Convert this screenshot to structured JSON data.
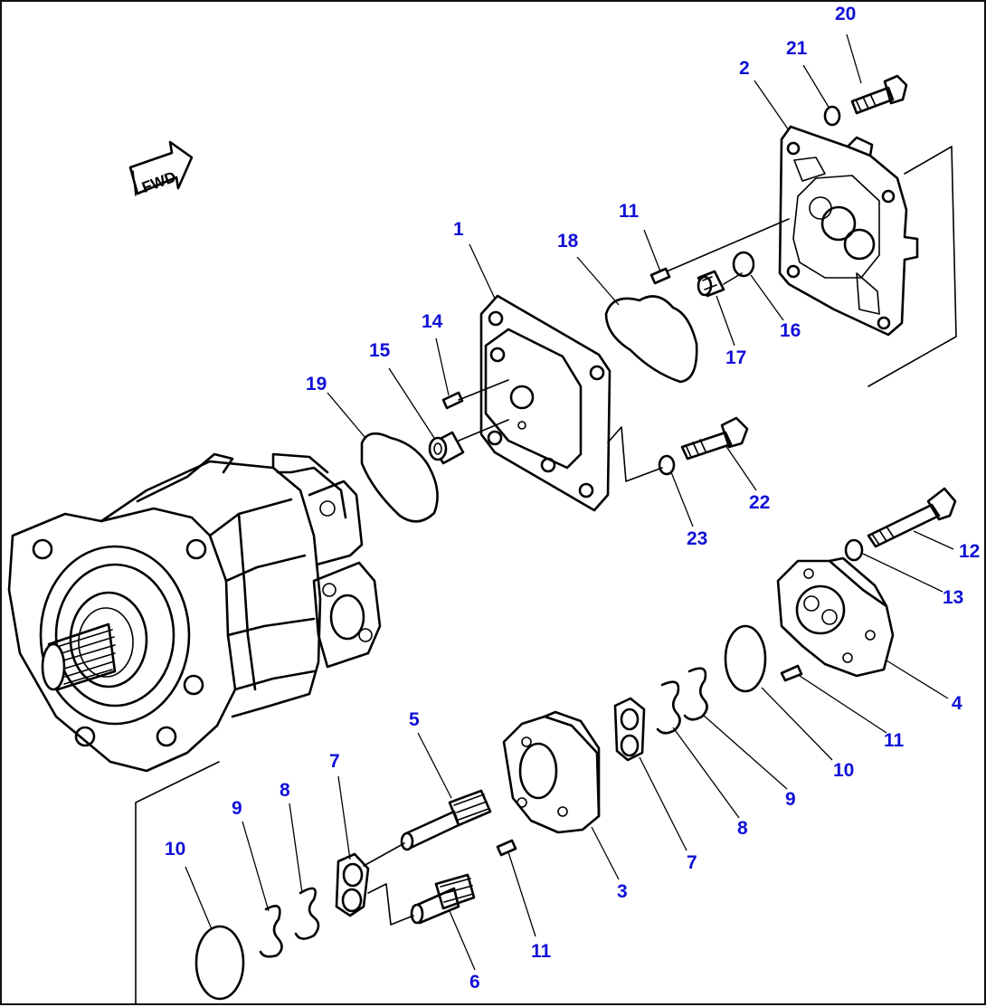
{
  "diagram": {
    "direction_marker": "FWD",
    "callouts": [
      {
        "id": "c1",
        "label": "1"
      },
      {
        "id": "c2",
        "label": "2"
      },
      {
        "id": "c3",
        "label": "3"
      },
      {
        "id": "c4",
        "label": "4"
      },
      {
        "id": "c5",
        "label": "5"
      },
      {
        "id": "c6",
        "label": "6"
      },
      {
        "id": "c7a",
        "label": "7"
      },
      {
        "id": "c7b",
        "label": "7"
      },
      {
        "id": "c8a",
        "label": "8"
      },
      {
        "id": "c8b",
        "label": "8"
      },
      {
        "id": "c9a",
        "label": "9"
      },
      {
        "id": "c9b",
        "label": "9"
      },
      {
        "id": "c10a",
        "label": "10"
      },
      {
        "id": "c10b",
        "label": "10"
      },
      {
        "id": "c11a",
        "label": "11"
      },
      {
        "id": "c11b",
        "label": "11"
      },
      {
        "id": "c11c",
        "label": "11"
      },
      {
        "id": "c12",
        "label": "12"
      },
      {
        "id": "c13",
        "label": "13"
      },
      {
        "id": "c14",
        "label": "14"
      },
      {
        "id": "c15",
        "label": "15"
      },
      {
        "id": "c16",
        "label": "16"
      },
      {
        "id": "c17",
        "label": "17"
      },
      {
        "id": "c18",
        "label": "18"
      },
      {
        "id": "c19",
        "label": "19"
      },
      {
        "id": "c20",
        "label": "20"
      },
      {
        "id": "c21",
        "label": "21"
      },
      {
        "id": "c22",
        "label": "22"
      },
      {
        "id": "c23",
        "label": "23"
      }
    ],
    "colors": {
      "callout": "#1010d8",
      "line": "#000000",
      "background": "#ffffff"
    }
  }
}
